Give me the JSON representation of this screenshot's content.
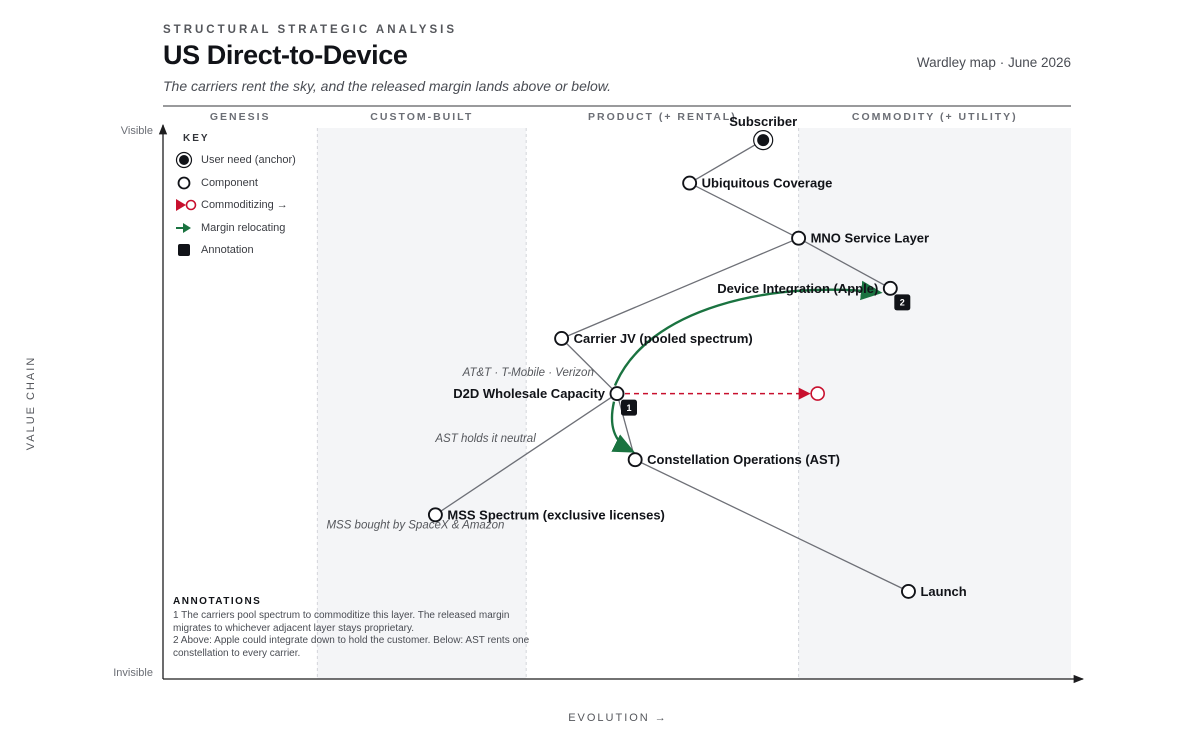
{
  "header": {
    "eyebrow": "STRUCTURAL STRATEGIC ANALYSIS",
    "title": "US Direct-to-Device",
    "subtitle": "The carriers rent the sky, and the released margin lands above or below.",
    "meta": "Wardley map · June 2026"
  },
  "axes": {
    "y_label": "VALUE CHAIN",
    "y_top": "Visible",
    "y_bottom": "Invisible",
    "x_label": "EVOLUTION →"
  },
  "stages": [
    {
      "key": "genesis",
      "label": "GENESIS",
      "start": 0.0,
      "end": 0.17,
      "shaded": false
    },
    {
      "key": "custom",
      "label": "CUSTOM-BUILT",
      "start": 0.17,
      "end": 0.4,
      "shaded": true
    },
    {
      "key": "product",
      "label": "PRODUCT (+ RENTAL)",
      "start": 0.4,
      "end": 0.7,
      "shaded": false
    },
    {
      "key": "commodity",
      "label": "COMMODITY (+ UTILITY)",
      "start": 0.7,
      "end": 1.0,
      "shaded": true
    }
  ],
  "components": [
    {
      "id": "subscriber",
      "label": "Subscriber",
      "evolution": 0.661,
      "visibility": 0.978,
      "anchor": true,
      "label_pos": "above"
    },
    {
      "id": "coverage",
      "label": "Ubiquitous Coverage",
      "evolution": 0.58,
      "visibility": 0.9,
      "label_pos": "right"
    },
    {
      "id": "mno",
      "label": "MNO Service Layer",
      "evolution": 0.7,
      "visibility": 0.8,
      "label_pos": "right"
    },
    {
      "id": "device",
      "label": "Device Integration (Apple)",
      "evolution": 0.801,
      "visibility": 0.709,
      "label_pos": "left"
    },
    {
      "id": "jv",
      "label": "Carrier JV (pooled spectrum)",
      "evolution": 0.439,
      "visibility": 0.618,
      "label_pos": "right"
    },
    {
      "id": "d2d",
      "label": "D2D Wholesale Capacity",
      "evolution": 0.5,
      "visibility": 0.518,
      "label_pos": "left"
    },
    {
      "id": "constellation",
      "label": "Constellation Operations (AST)",
      "evolution": 0.52,
      "visibility": 0.398,
      "label_pos": "right"
    },
    {
      "id": "mss",
      "label": "MSS Spectrum (exclusive licenses)",
      "evolution": 0.3,
      "visibility": 0.298,
      "label_pos": "right"
    },
    {
      "id": "launch",
      "label": "Launch",
      "evolution": 0.821,
      "visibility": 0.159,
      "label_pos": "right"
    }
  ],
  "links": [
    [
      "subscriber",
      "coverage"
    ],
    [
      "coverage",
      "mno"
    ],
    [
      "mno",
      "device"
    ],
    [
      "mno",
      "jv"
    ],
    [
      "jv",
      "d2d"
    ],
    [
      "d2d",
      "constellation"
    ],
    [
      "d2d",
      "mss"
    ],
    [
      "constellation",
      "launch"
    ]
  ],
  "movement": {
    "from": "d2d",
    "to_evolution": 0.721
  },
  "margin_arrows": [
    {
      "from": "d2d",
      "to": "device"
    },
    {
      "from": "d2d",
      "to": "constellation"
    }
  ],
  "badges": [
    {
      "component": "d2d",
      "text": "1"
    },
    {
      "component": "device",
      "text": "2"
    }
  ],
  "notes": [
    {
      "id": "carriers",
      "text": "AT&T · T-Mobile · Verizon",
      "evolution": 0.33,
      "visibility": 0.55
    },
    {
      "id": "ast",
      "text": "AST holds it neutral",
      "evolution": 0.3,
      "visibility": 0.43
    },
    {
      "id": "mss_sale",
      "text": "MSS bought by SpaceX & Amazon",
      "evolution": 0.18,
      "visibility": 0.273
    }
  ],
  "key": {
    "title": "KEY",
    "items": [
      {
        "symbol": "anchor",
        "label": "User need (anchor)"
      },
      {
        "symbol": "component",
        "label": "Component"
      },
      {
        "symbol": "commoditizing",
        "label": "Commoditizing →"
      },
      {
        "symbol": "margin",
        "label": "Margin relocating"
      },
      {
        "symbol": "annotation",
        "label": "Annotation"
      }
    ]
  },
  "annotations": {
    "title": "ANNOTATIONS",
    "items": [
      "1 The carriers pool spectrum to commoditize this layer. The released margin migrates to whichever adjacent layer stays proprietary.",
      "2 Above: Apple could integrate down to hold the customer. Below: AST rents one constellation to every carrier."
    ]
  },
  "colors": {
    "ink": "#111318",
    "link": "#6e7077",
    "commoditizing": "#c8102e",
    "margin": "#1a7340",
    "shade": "#f4f5f7"
  }
}
